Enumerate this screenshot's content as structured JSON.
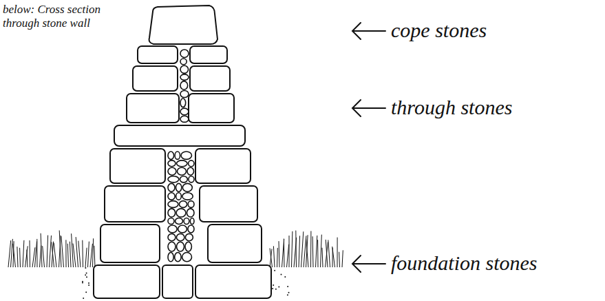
{
  "diagram": {
    "caption": "below: Cross section through stone wall",
    "labels": [
      "cope stones",
      "through stones",
      "foundation stones"
    ]
  }
}
